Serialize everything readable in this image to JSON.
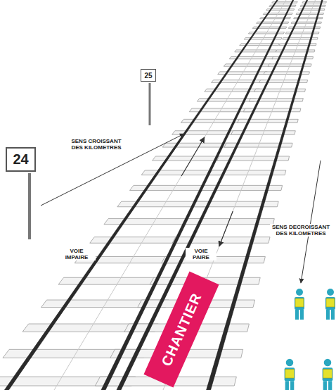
{
  "diagram": {
    "nodes": [
      {
        "text": [
          "25"
        ]
      },
      {
        "text": [
          "24"
        ]
      },
      {
        "text": [
          "CHANTIER"
        ]
      }
    ],
    "labels": [
      "SENS CROISSANT DES KILOMETRES",
      "VOIE IMPAIRE",
      "VOIE PAIRE",
      "SENS DECROISSANT DES KILOMETRES"
    ]
  }
}
